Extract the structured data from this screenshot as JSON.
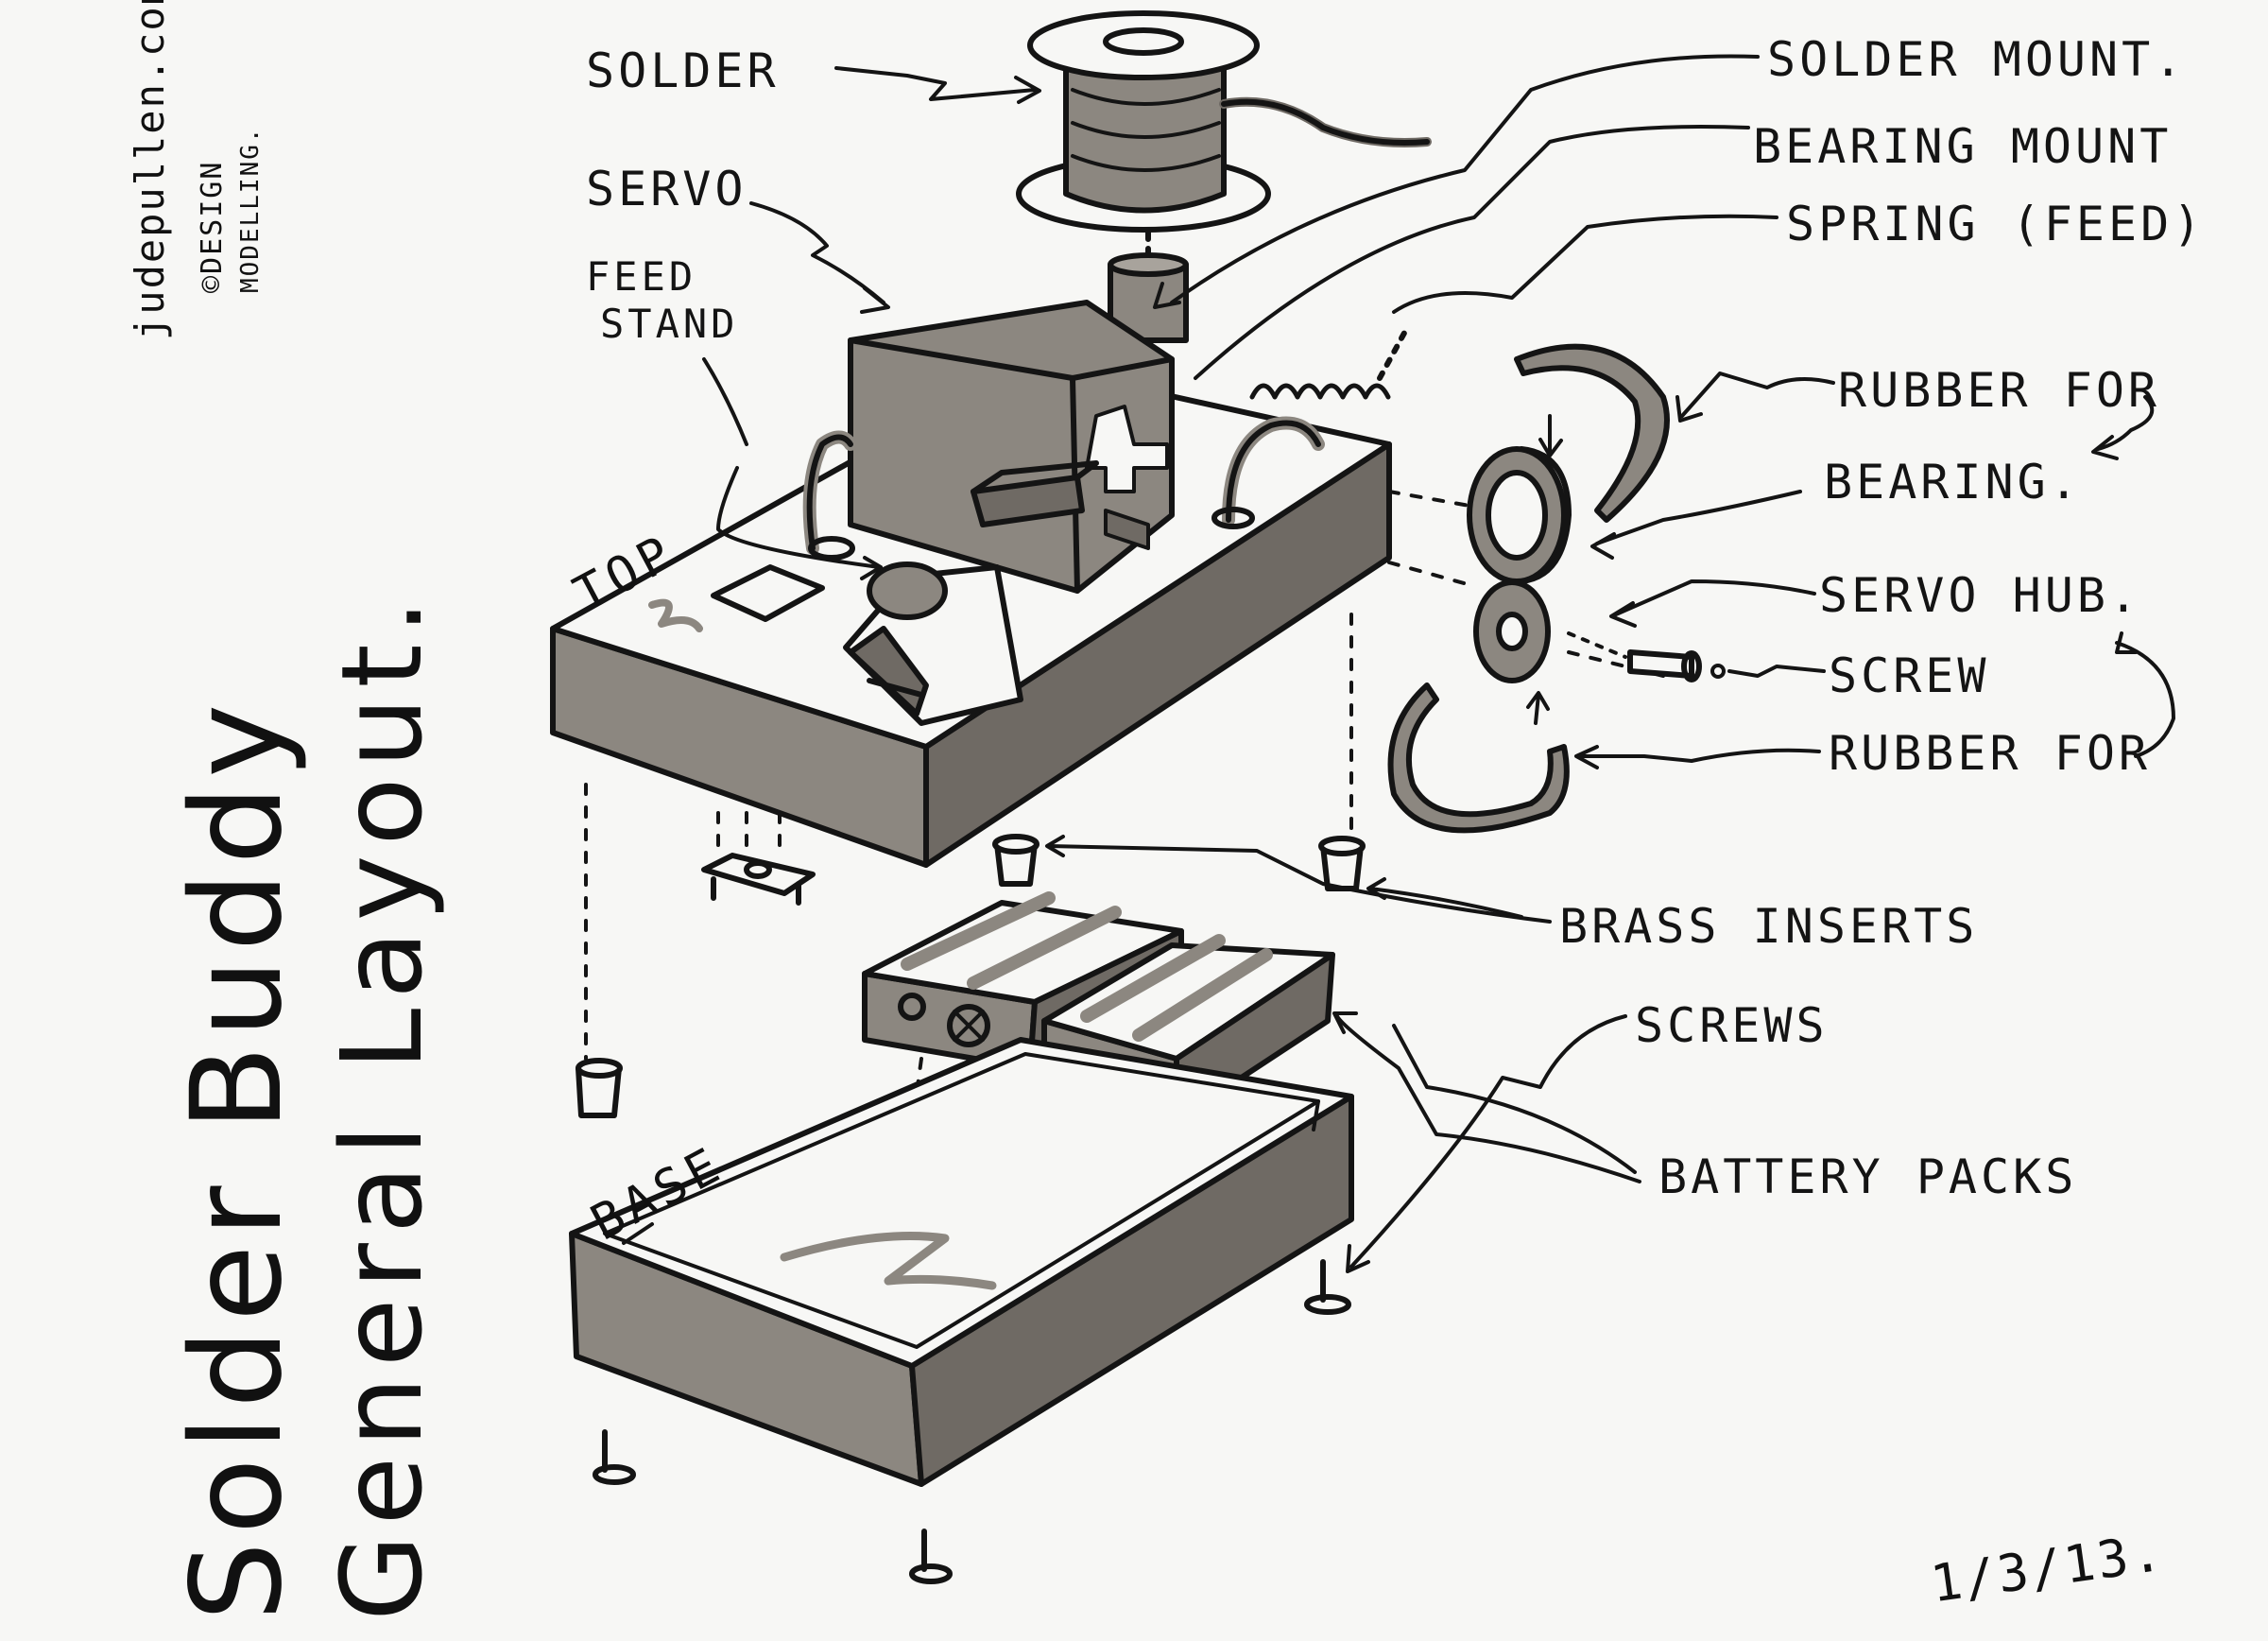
{
  "title": "Solder Buddy",
  "subtitle": "General Layout.",
  "credit": {
    "site": "judepullen.com",
    "line2": "©DESIGN",
    "line3": "MODELLING."
  },
  "date": "1/3/13.",
  "section_labels": {
    "top": "TOP",
    "base": "BASE"
  },
  "labels": {
    "solder": "SOLDER",
    "servo": "SERVO",
    "feed_stand_1": "FEED",
    "feed_stand_2": "STAND",
    "solder_mount": "SOLDER MOUNT.",
    "bearing_mount": "BEARING MOUNT",
    "spring_feed": "SPRING (FEED)",
    "rubber_for_1": "RUBBER FOR",
    "bearing": "BEARING.",
    "servo_hub": "SERVO HUB.",
    "screw": "SCREW",
    "rubber_for_2": "RUBBER FOR",
    "brass_inserts": "BRASS INSERTS",
    "screws": "SCREWS",
    "battery_packs": "BATTERY PACKS"
  },
  "colors": {
    "ink": "#141414",
    "marker": "#8c8780",
    "marker_light": "#a8a39c",
    "marker_dark": "#6f6a64",
    "paper": "#f7f7f5"
  }
}
